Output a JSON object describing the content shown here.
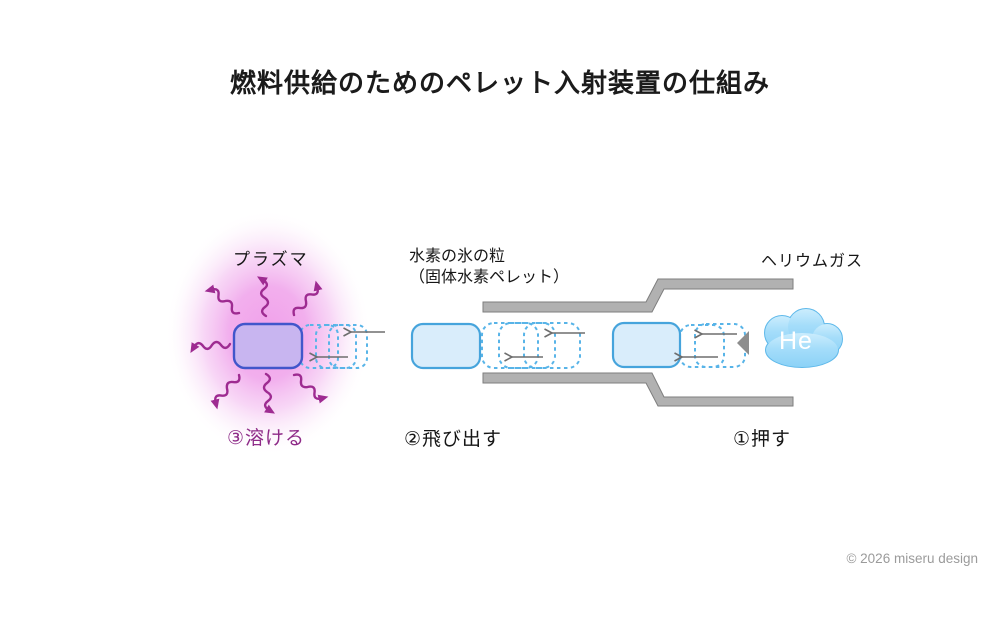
{
  "page": {
    "title": "燃料供給のためのペレット入射装置の仕組み",
    "copyright": "© 2026 miseru design"
  },
  "plasma": {
    "label": "プラズマ",
    "step": "③溶ける"
  },
  "pellet": {
    "label_line1": "水素の氷の粒",
    "label_line2": "（固体水素ペレット）",
    "step": "②飛び出す"
  },
  "helium": {
    "label": "ヘリウムガス",
    "symbol": "He",
    "step": "①押す"
  },
  "colors": {
    "plasma_glow": "#F09CE9",
    "plasma_arrow": "#9E2B91",
    "plasma_pellet_fill": "#C8B5F0",
    "plasma_pellet_border": "#4156CB",
    "ice_pellet_fill": "#D9EDFB",
    "ice_pellet_border": "#46A4DC",
    "ghost_dash": "#58B4E8",
    "tube_gray": "#B1B1B1",
    "cloud_fill": "#9FDAF8",
    "cloud_border": "#5FB9EA",
    "motion_arrow": "#6E6E6E",
    "step3_text": "#8E2B88"
  }
}
